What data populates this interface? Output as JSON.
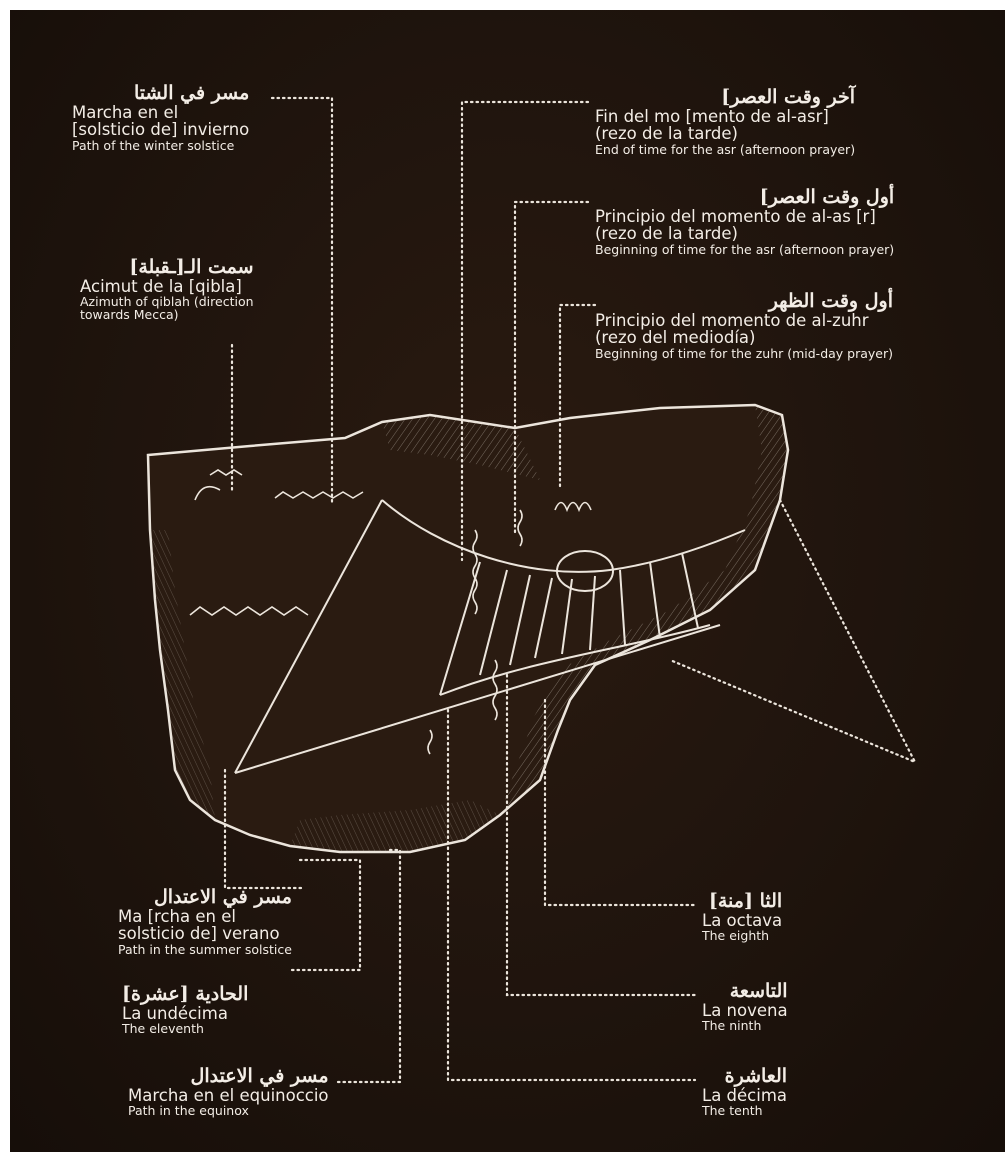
{
  "labels": {
    "winter": {
      "arabic": "مسر في الشتا",
      "spanish_1": "Marcha en el",
      "spanish_2": "[solsticio de] invierno",
      "english": "Path of the winter solstice"
    },
    "qiblah": {
      "arabic": "سمت الـ[ـقبلة]",
      "spanish": "Acimut de la [qibla]",
      "english_1": "Azimuth of qiblah (direction",
      "english_2": "towards Mecca)"
    },
    "asr_end": {
      "arabic": "آخر وقت العصر]",
      "spanish_1": "Fin del mo [mento de al-asr]",
      "spanish_2": "(rezo de la tarde)",
      "english": "End of time for the asr (afternoon prayer)"
    },
    "asr_begin": {
      "arabic": "أول وقت العصر]",
      "spanish_1": "Principio del momento de al-as [r]",
      "spanish_2": "(rezo de la tarde)",
      "english": "Beginning of time for the asr (afternoon prayer)"
    },
    "zuhr_begin": {
      "arabic": "أول وقت الظهر",
      "spanish_1": "Principio del momento de al-zuhr",
      "spanish_2": "(rezo del mediodía)",
      "english": "Beginning of time for the zuhr (mid-day prayer)"
    },
    "summer": {
      "arabic": "مسر في الاعتدال",
      "spanish_1": "Ma [rcha en el",
      "spanish_2": "solsticio de] verano",
      "english": "Path in the summer solstice"
    },
    "eleventh": {
      "arabic": "الحادية [عشرة]",
      "spanish": "La undécima",
      "english": "The eleventh"
    },
    "equinox": {
      "arabic": "مسر في الاعتدال",
      "spanish": "Marcha en el equinoccio",
      "english": "Path in the equinox"
    },
    "eighth": {
      "arabic": "الثا [منة]",
      "spanish": "La octava",
      "english": "The eighth"
    },
    "ninth": {
      "arabic": "التاسعة",
      "spanish": "La novena",
      "english": "The ninth"
    },
    "tenth": {
      "arabic": "العاشرة",
      "spanish": "La décima",
      "english": "The tenth"
    }
  },
  "colors": {
    "background": "#1f140d",
    "text": "#f3ede6",
    "line": "#e9e2d8"
  }
}
